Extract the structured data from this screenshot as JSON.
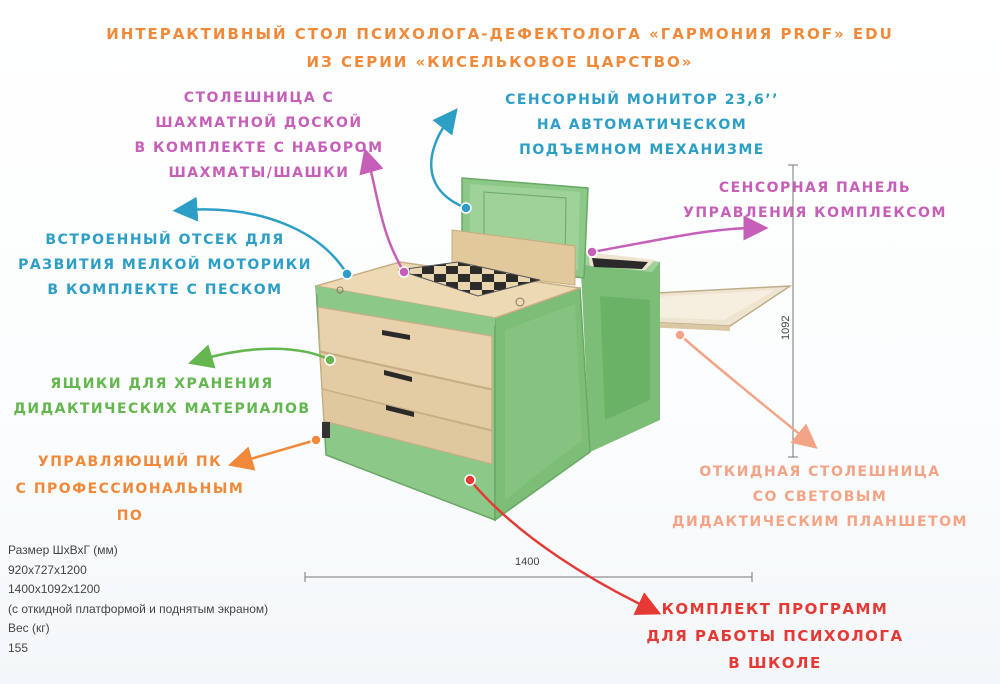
{
  "title": {
    "line1": "Интерактивный стол психолога-дефектолога «Гармония PROF» EDU",
    "line2": "из серии «Кисельковое царство»"
  },
  "callouts": {
    "tabletop": [
      "Столешница с",
      "шахматной доской",
      "в комплекте с набором",
      "шахматы/шашки"
    ],
    "monitor": [
      "Сенсорный монитор 23,6’’",
      "на автоматическом",
      "подъемном механизме"
    ],
    "panel": [
      "Сенсорная панель",
      "управления комплексом"
    ],
    "sand": [
      "Встроенный отсек для",
      "развития мелкой моторики",
      "в комплекте с песком"
    ],
    "drawers": [
      "Ящики для хранения",
      "дидактических материалов"
    ],
    "pc": [
      "Управляющий ПК",
      "с профессиональным",
      "ПО"
    ],
    "folding": [
      "Откидная столешница",
      "со световым",
      "дидактическим планшетом"
    ],
    "programs": [
      "Комплект программ",
      "для работы психолога",
      "в школе"
    ]
  },
  "specs": {
    "lines": [
      "Размер ШхВхГ (мм)",
      "920x727x1200",
      "1400x1092x1200",
      "(с откидной платформой и поднятым экраном)",
      "Вес (кг)",
      "155"
    ]
  },
  "dimensions": {
    "width": "1400",
    "height": "1092"
  },
  "colors": {
    "orange": "#f08a3a",
    "purple": "#c65fb8",
    "blue": "#2d9ec6",
    "green": "#64b64f",
    "peach": "#f4a486",
    "red": "#e53935",
    "cabinet_green": "#8cc887",
    "plywood": "#e7d2ac"
  }
}
